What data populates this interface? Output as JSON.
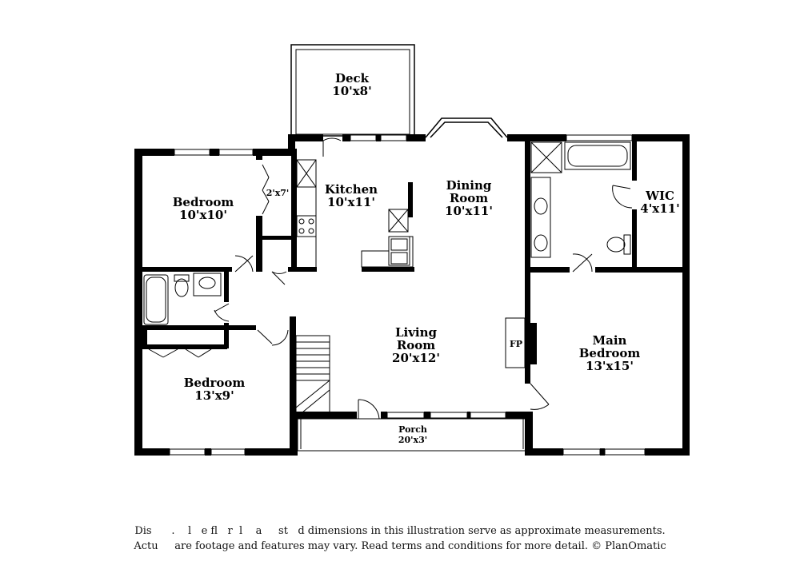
{
  "rooms": {
    "deck": {
      "name": "Deck",
      "dim": "10'x8'"
    },
    "bedroom1": {
      "name": "Bedroom",
      "dim": "10'x10'"
    },
    "closet": {
      "dim": "2'x7'"
    },
    "kitchen": {
      "name": "Kitchen",
      "dim": "10'x11'"
    },
    "dining": {
      "name1": "Dining",
      "name2": "Room",
      "dim": "10'x11'"
    },
    "wic": {
      "name": "WIC",
      "dim": "4'x11'"
    },
    "living": {
      "name1": "Living",
      "name2": "Room",
      "dim": "20'x12'"
    },
    "fireplace": {
      "name": "FP"
    },
    "main_bedroom": {
      "name1": "Main",
      "name2": "Bedroom",
      "dim": "13'x15'"
    },
    "bedroom2": {
      "name": "Bedroom",
      "dim": "13'x9'"
    },
    "porch": {
      "name": "Porch",
      "dim": "20'x3'"
    }
  },
  "disclaimer": {
    "line1": "Dis      .    l   e fl   r  l    a     st   d dimensions in this illustration serve as approximate measurements.",
    "line2": "Actu     are footage and features may vary. Read terms and conditions for more detail. © PlanOmatic"
  }
}
